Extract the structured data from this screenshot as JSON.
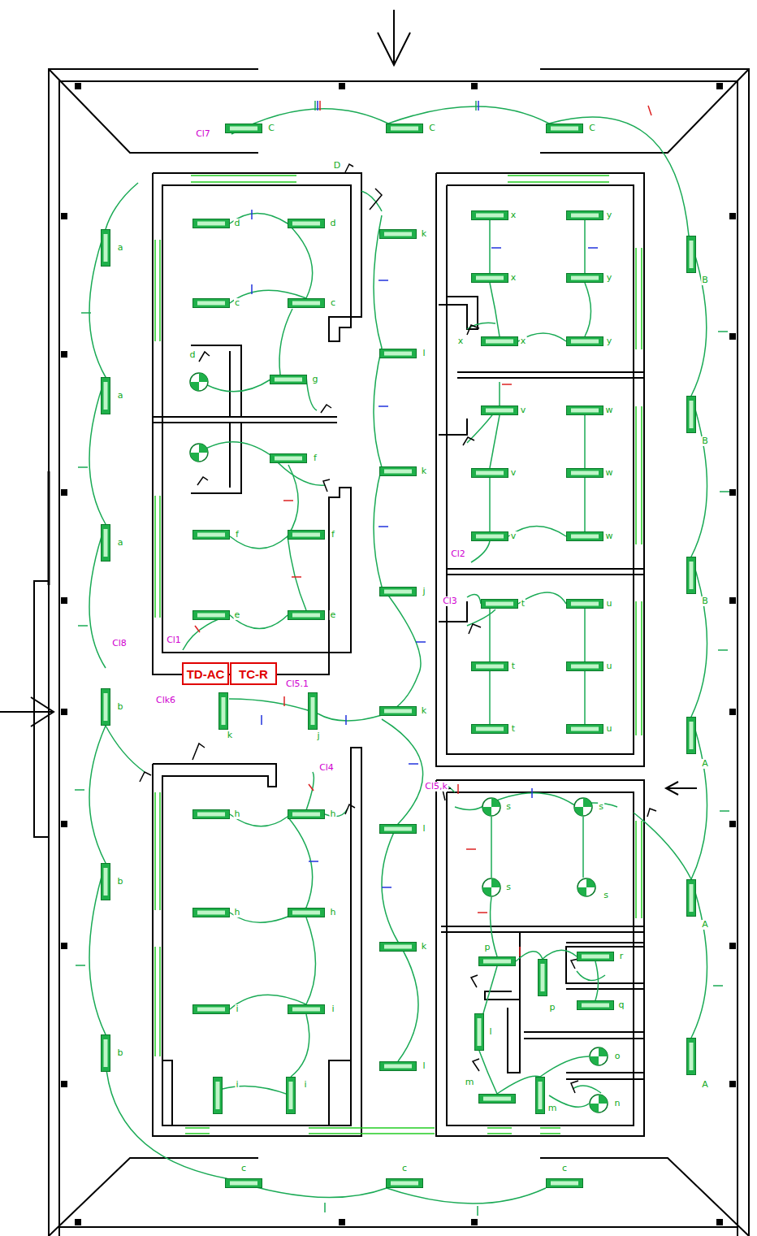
{
  "diagram": {
    "nodes": [
      {
        "text": [
          "TD-AC"
        ]
      },
      {
        "text": [
          "TC-R"
        ]
      }
    ],
    "labels": [
      "Cl7",
      "C",
      "C",
      "C",
      "D",
      "a",
      "a",
      "a",
      "b",
      "b",
      "b",
      "B",
      "B",
      "B",
      "A",
      "A",
      "A",
      "c",
      "c",
      "c",
      "d",
      "d",
      "c",
      "c",
      "g",
      "d",
      "f",
      "f",
      "f",
      "e",
      "e",
      "Cl1",
      "k",
      "l",
      "k",
      "j",
      "k",
      "l",
      "k",
      "l",
      "x",
      "y",
      "x",
      "y",
      "x",
      "y",
      "x",
      "v",
      "w",
      "v",
      "w",
      "v",
      "w",
      "Cl2",
      "t",
      "u",
      "t",
      "u",
      "t",
      "u",
      "Cl3",
      "Cl8",
      "Clk6",
      "Cl5.1",
      "k",
      "j",
      "Cl4",
      "h",
      "h",
      "h",
      "h",
      "i",
      "i",
      "i",
      "i",
      "Cl5,k",
      "s",
      "s",
      "s",
      "s",
      "p",
      "p",
      "r",
      "q",
      "l",
      "m",
      "m",
      "o",
      "n"
    ]
  }
}
